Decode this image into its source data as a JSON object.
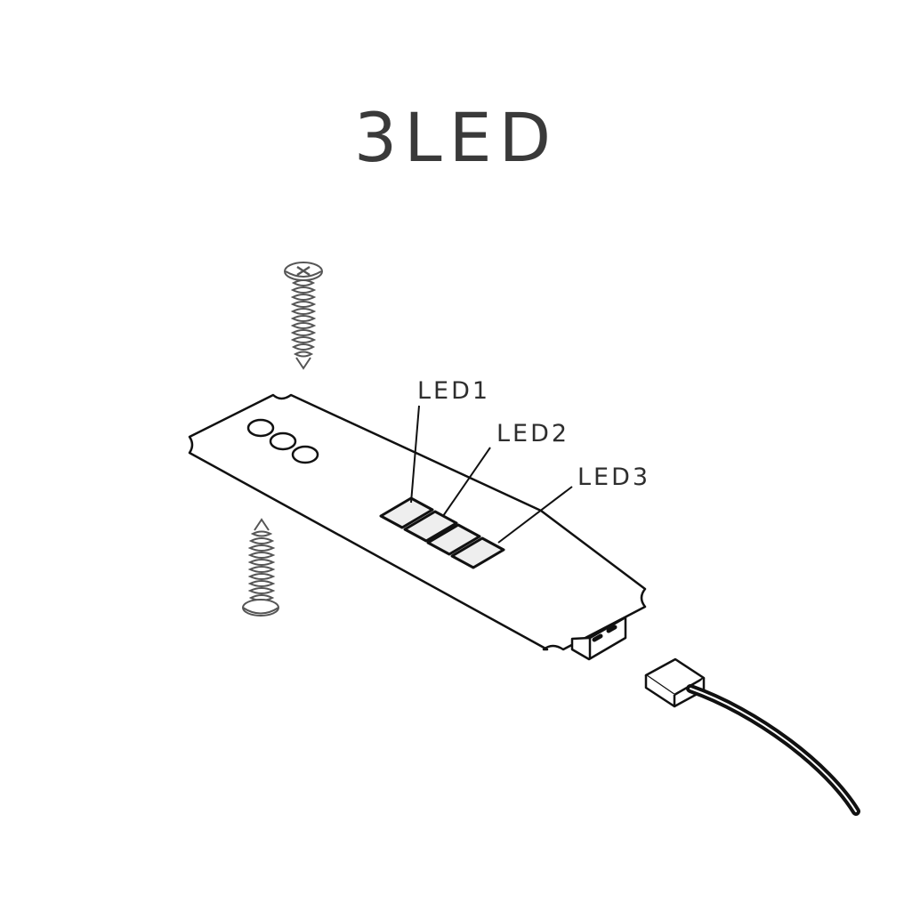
{
  "title": "3LED",
  "labels": {
    "led1": "LED1",
    "led2": "LED2",
    "led3": "LED3"
  },
  "colors": {
    "line": "#111111",
    "screw": "#555555",
    "led_fill": "#eeeeee",
    "title": "#3a3a3a"
  },
  "parts": [
    "top-screw",
    "bottom-screw",
    "led-strip-board",
    "board-connector",
    "cable-plug",
    "cable"
  ]
}
